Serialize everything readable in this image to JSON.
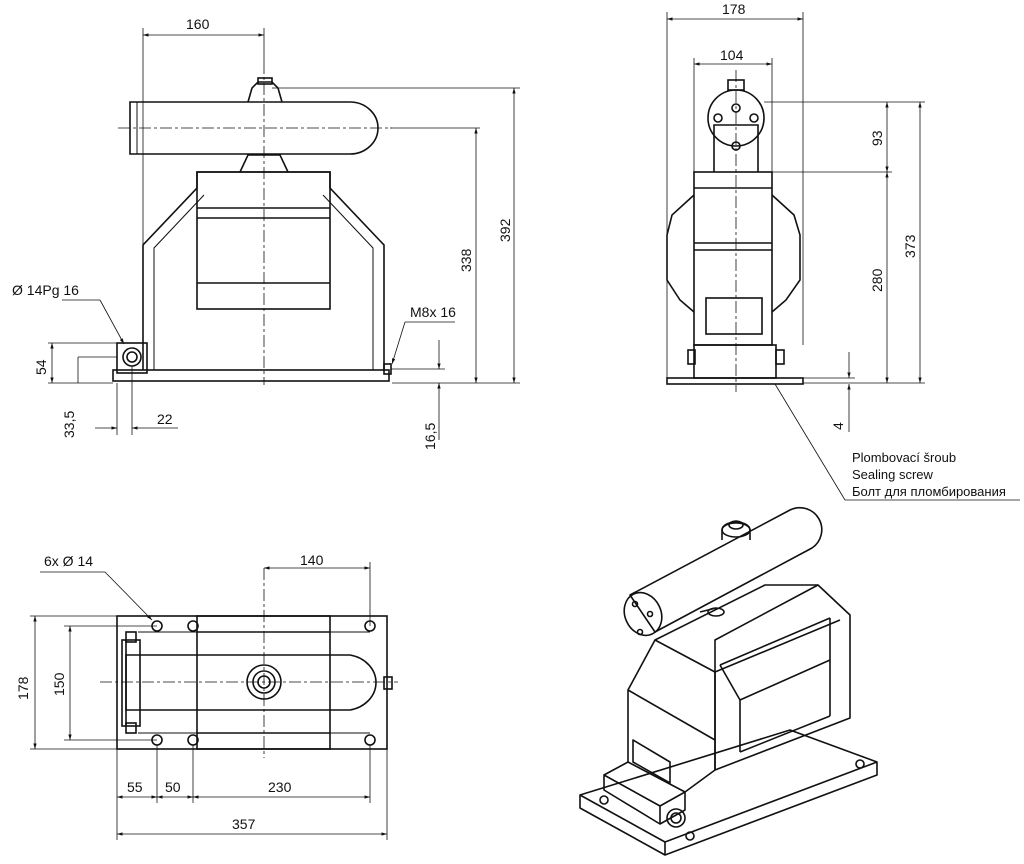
{
  "front_view": {
    "dim_width_offset": "160",
    "dim_total_height": "392",
    "dim_axis_height": "338",
    "dim_terminal_height": "54",
    "dim_base_offset": "33,5",
    "dim_terminal_offset": "22",
    "dim_bolt_height": "16,5",
    "label_terminal": "Ø 14Pg 16",
    "label_bolt": "M8x 16"
  },
  "side_view": {
    "dim_width": "178",
    "dim_head_width": "104",
    "dim_head_height": "93",
    "dim_body_height": "280",
    "dim_total_height": "373",
    "dim_base_thickness": "4",
    "note_lines": [
      "Plombovací šroub",
      "Sealing screw",
      "Болт для пломбирования"
    ]
  },
  "top_view": {
    "label_holes": "6x   Ø 14",
    "dim_offset": "140",
    "dim_outer_width": "178",
    "dim_hole_spacing": "150",
    "dim_a": "55",
    "dim_b": "50",
    "dim_c": "230",
    "dim_total_length": "357"
  }
}
